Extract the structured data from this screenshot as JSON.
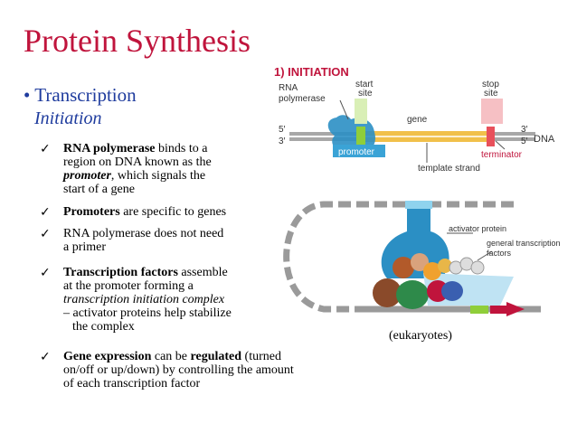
{
  "title": "Protein Synthesis",
  "section_label": "1) INITIATION",
  "bullet": {
    "symbol": "•",
    "text": "Transcription"
  },
  "subheading": "Initiation",
  "check_symbol": "✓",
  "items": [
    {
      "line1_bold": "RNA polymerase",
      "line1_rest": " binds to a",
      "line2": "region on DNA known as the",
      "line3_boldital": "promoter",
      "line3_rest": ", which signals the",
      "line4": "start of a gene"
    },
    {
      "line1_bold": "Promoters",
      "line1_rest": " are specific to genes"
    },
    {
      "line1": "RNA polymerase does not need",
      "line2": "a primer"
    },
    {
      "line1_bold": "Transcription factors",
      "line1_rest": " assemble",
      "line2": "at the promoter forming a",
      "line3_ital": "transcription initiation complex",
      "line4": "– activator proteins help stabilize",
      "line5": "the complex"
    },
    {
      "line1_bold1": "Gene expression",
      "line1_mid": " can be ",
      "line1_bold2": "regulated",
      "line1_rest": " (turned",
      "line2": "on/off or up/down) by controlling the amount",
      "line3": "of each transcription factor"
    }
  ],
  "diagram1": {
    "rna_polymerase": "RNA polymerase",
    "rna_l1": "RNA",
    "rna_l2": "polymerase",
    "start_l1": "start",
    "start_l2": "site",
    "gene": "gene",
    "stop_l1": "stop",
    "stop_l2": "site",
    "five_prime": "5′",
    "three_prime": "3′",
    "promoter": "promoter",
    "terminator": "terminator",
    "template_strand": "template strand",
    "dna": "DNA"
  },
  "diagram2": {
    "activator_protein": "activator protein",
    "gtf_l1": "general transcription",
    "gtf_l2": "factors"
  },
  "caption": "(eukaryotes)",
  "colors": {
    "title": "#c0143c",
    "blue_text": "#1f3c9e",
    "polymerase": "#2b8fc4",
    "promoter_box": "#3aa3d6",
    "gene_yellow": "#f1c04a",
    "start_green": "#8fce3a",
    "stop_red": "#e8505b",
    "terminator": "#c0143c"
  }
}
